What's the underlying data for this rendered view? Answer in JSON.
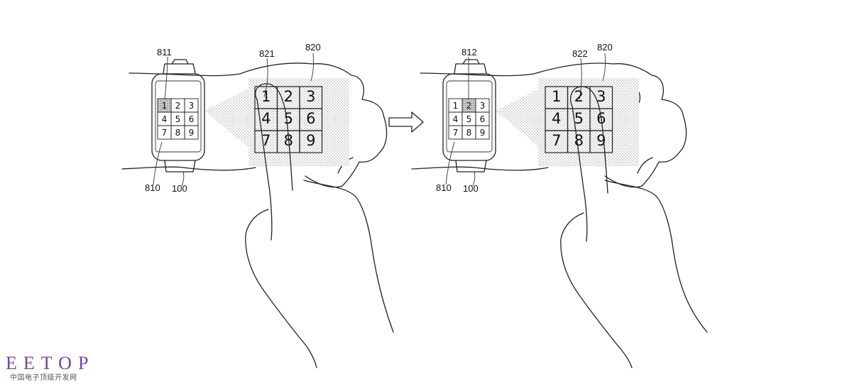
{
  "colors": {
    "ink": "#222222",
    "projection_dots": "#9a9a9a",
    "highlight": "#9c9c9c",
    "watermark": "#7b3fa8"
  },
  "keypad_keys": [
    "1",
    "2",
    "3",
    "4",
    "5",
    "6",
    "7",
    "8",
    "9"
  ],
  "left_panel": {
    "selected_key": 1,
    "labels": {
      "indicator": "811",
      "touch_point": "821",
      "projection": "820",
      "display": "810",
      "device": "100"
    }
  },
  "arrow_icon": "right-arrow-icon",
  "right_panel": {
    "selected_key": 2,
    "labels": {
      "indicator": "812",
      "touch_point": "822",
      "projection": "820",
      "display": "810",
      "device": "100"
    }
  },
  "watermark": {
    "title": "EETOP",
    "subtitle": "中国电子顶级开发网"
  }
}
